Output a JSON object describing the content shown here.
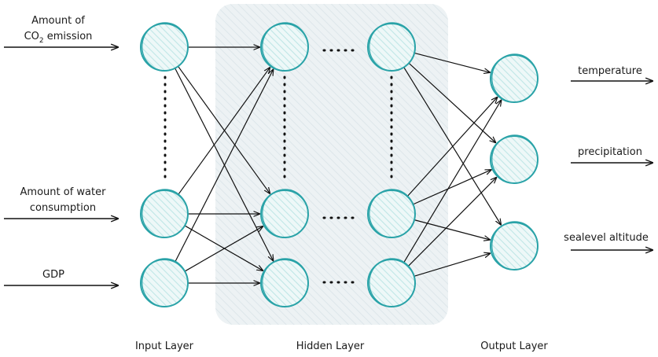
{
  "inputs": {
    "co2": {
      "line1": "Amount of",
      "line2_main": "CO",
      "line2_sub": "2",
      "line2_rest": " emission"
    },
    "water": {
      "line1": "Amount of water",
      "line2": "consumption"
    },
    "gdp": {
      "label": "GDP"
    }
  },
  "outputs": {
    "temperature": "temperature",
    "precipitation": "precipitation",
    "sealevel": "sealevel altitude"
  },
  "layers": {
    "input": "Input Layer",
    "hidden": "Hidden Layer",
    "output": "Output Layer"
  },
  "colors": {
    "node_stroke": "#2aa3a8",
    "node_hatch": "#bfe6e6",
    "hidden_panel": "#e9eff2",
    "edge": "#111111"
  }
}
